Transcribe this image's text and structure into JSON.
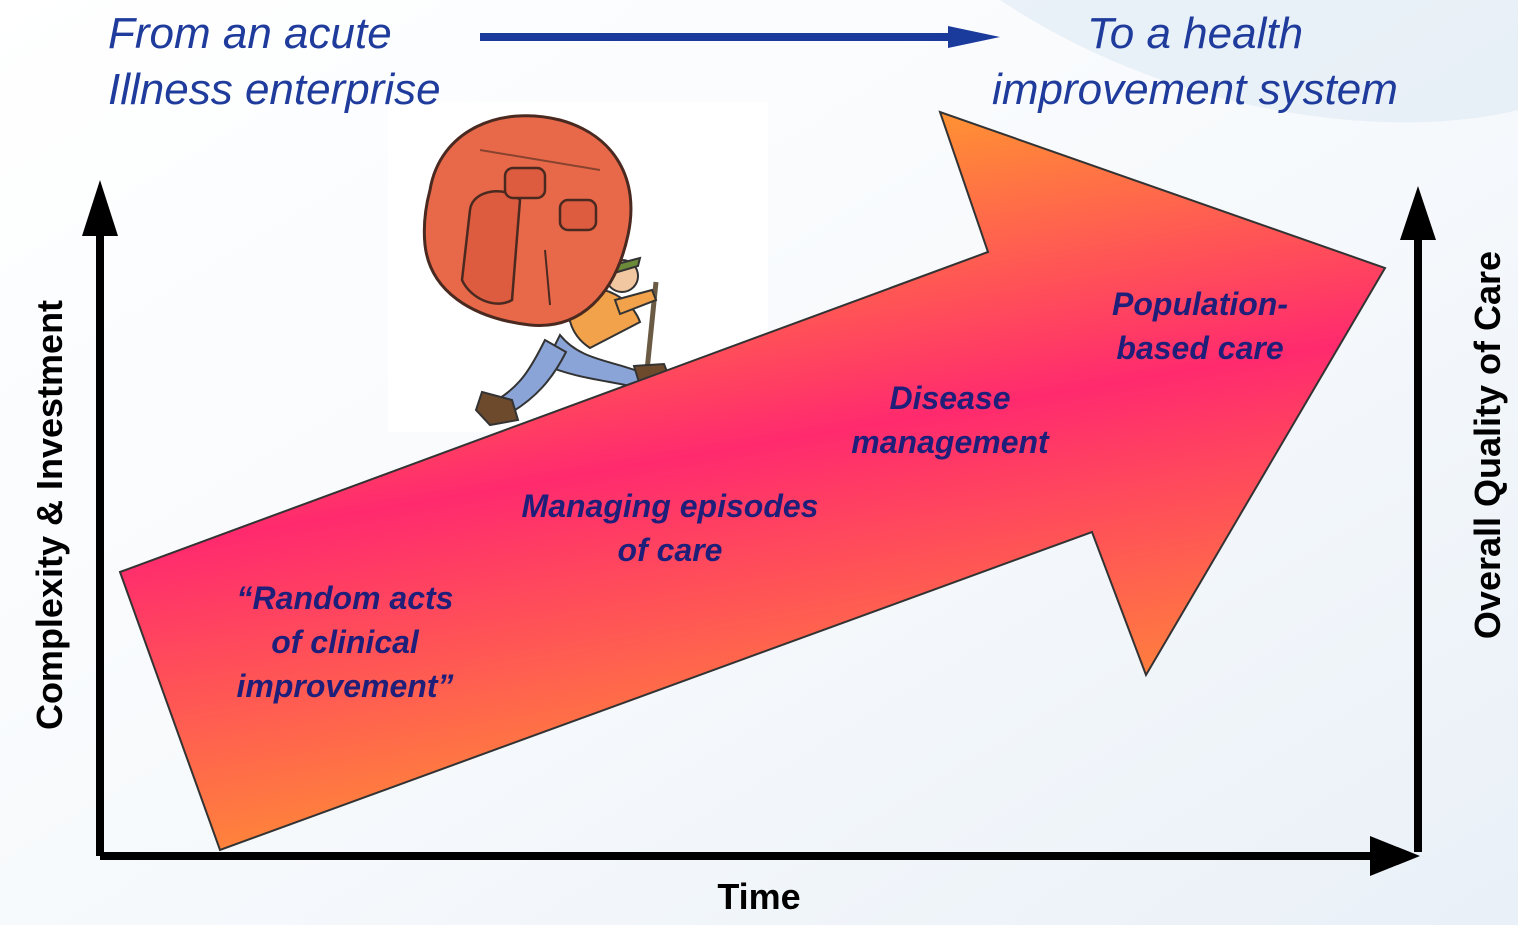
{
  "transition": {
    "from": "From an acute\nIllness enterprise",
    "to": "To a health\nimprovement system"
  },
  "stages": [
    "“Random acts\nof clinical\nimprovement”",
    "Managing episodes\nof care",
    "Disease\nmanagement",
    "Population-\nbased care"
  ],
  "axes": {
    "x_title": "Time",
    "y_left_title": "Complexity & Investment",
    "y_right_title": "Overall Quality of Care"
  },
  "illustration": "hiker-with-backpack",
  "colors": {
    "text_blue": "#1f3b9c",
    "label_navy": "#1f1f7a",
    "arrow_top": "#ff9a2e",
    "arrow_mid": "#ff2a6e",
    "backpack": "#e8694a",
    "axis": "#000000"
  }
}
